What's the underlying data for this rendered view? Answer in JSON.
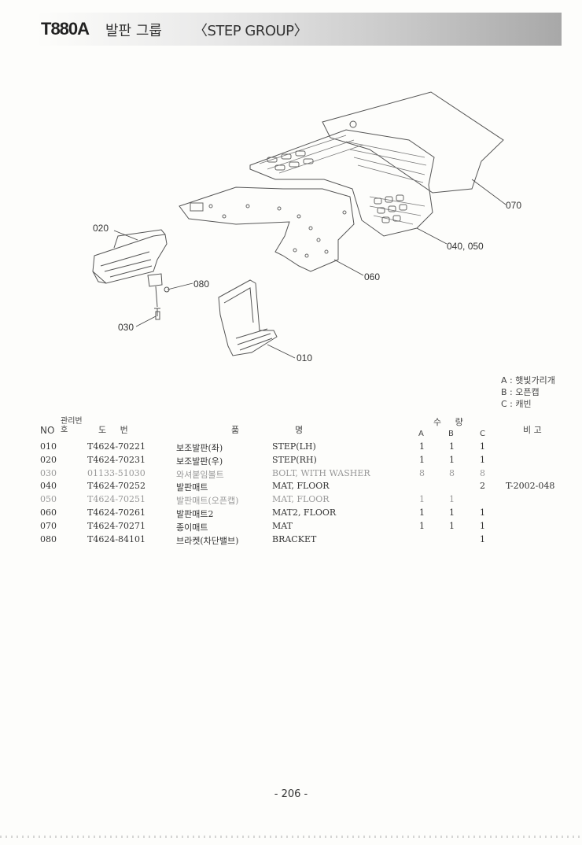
{
  "header": {
    "model": "T880A",
    "title_ko": "발판 그룹",
    "title_en": "〈STEP GROUP〉"
  },
  "callouts": {
    "c010": "010",
    "c020": "020",
    "c030": "030",
    "c040": "040, 050",
    "c060": "060",
    "c070": "070",
    "c080": "080"
  },
  "legend": [
    "A : 햇빛가리개",
    "B : 오픈캡",
    "C : 캐빈"
  ],
  "table": {
    "headers": {
      "no": "NO",
      "mgmt": "관리번호",
      "drawing": "도     번",
      "part_name_a": "품",
      "part_name_b": "명",
      "qty": "수     량",
      "qa": "A",
      "qb": "B",
      "qc": "C",
      "remark": "비 고"
    },
    "rows": [
      {
        "no": "010",
        "drawing": "T4624-70221",
        "name_ko": "보조발판(좌)",
        "name_en": "STEP(LH)",
        "a": "1",
        "b": "1",
        "c": "1",
        "remark": ""
      },
      {
        "no": "020",
        "drawing": "T4624-70231",
        "name_ko": "보조발판(우)",
        "name_en": "STEP(RH)",
        "a": "1",
        "b": "1",
        "c": "1",
        "remark": ""
      },
      {
        "no": "030",
        "drawing": "01133-51030",
        "name_ko": "와셔붙임볼트",
        "name_en": "BOLT, WITH WASHER",
        "a": "8",
        "b": "8",
        "c": "8",
        "remark": ""
      },
      {
        "no": "040",
        "drawing": "T4624-70252",
        "name_ko": "발판매트",
        "name_en": "MAT, FLOOR",
        "a": "",
        "b": "",
        "c": "2",
        "remark": "T-2002-048"
      },
      {
        "no": "050",
        "drawing": "T4624-70251",
        "name_ko": "발판매트(오픈캡)",
        "name_en": "MAT, FLOOR",
        "a": "1",
        "b": "1",
        "c": "",
        "remark": ""
      },
      {
        "no": "060",
        "drawing": "T4624-70261",
        "name_ko": "발판매트2",
        "name_en": "MAT2, FLOOR",
        "a": "1",
        "b": "1",
        "c": "1",
        "remark": ""
      },
      {
        "no": "070",
        "drawing": "T4624-70271",
        "name_ko": "종이매트",
        "name_en": "MAT",
        "a": "1",
        "b": "1",
        "c": "1",
        "remark": ""
      },
      {
        "no": "080",
        "drawing": "T4624-84101",
        "name_ko": "브라켓(차단밸브)",
        "name_en": "BRACKET",
        "a": "",
        "b": "",
        "c": "1",
        "remark": ""
      }
    ]
  },
  "page_number": "- 206 -"
}
